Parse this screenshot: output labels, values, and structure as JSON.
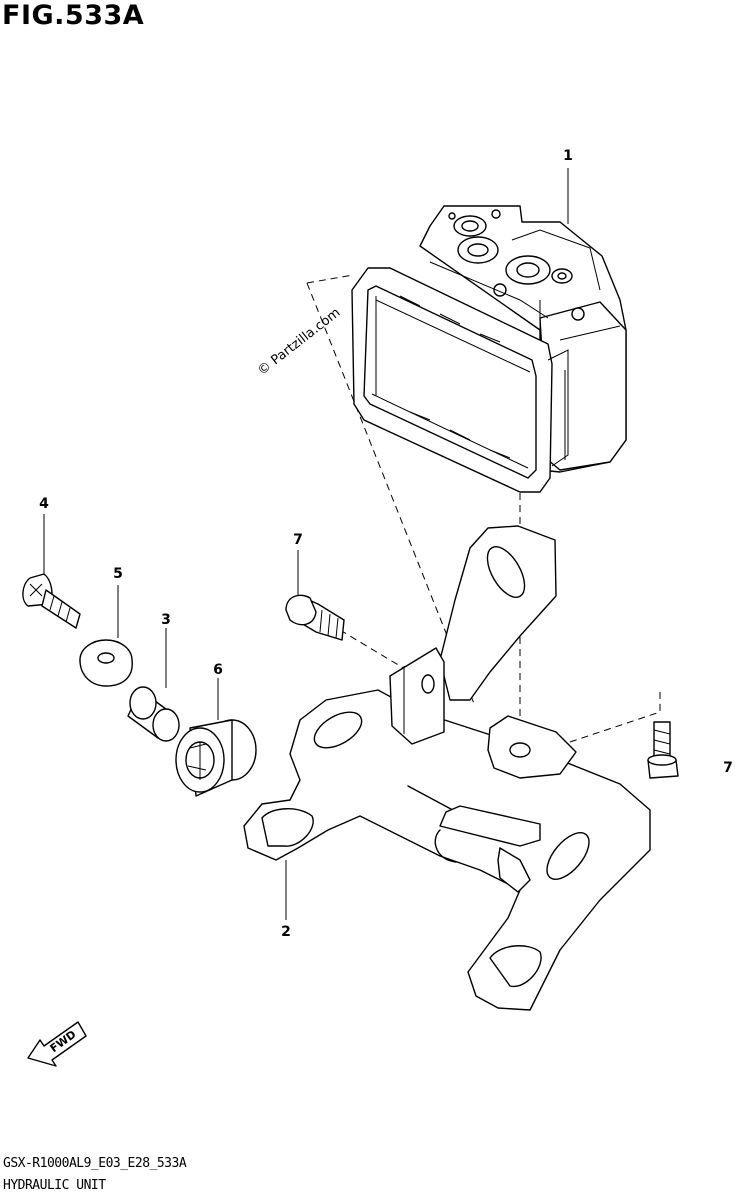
{
  "figure": {
    "title": "FIG.533A",
    "watermark": "© Partzilla.com",
    "footer_code": "GSX-R1000AL9_E03_E28_533A",
    "footer_name": "HYDRAULIC UNIT",
    "fwd_label": "FWD"
  },
  "callouts": [
    {
      "id": "1",
      "label": "1"
    },
    {
      "id": "2",
      "label": "2"
    },
    {
      "id": "3",
      "label": "3"
    },
    {
      "id": "4",
      "label": "4"
    },
    {
      "id": "5",
      "label": "5"
    },
    {
      "id": "6",
      "label": "6"
    },
    {
      "id": "7a",
      "label": "7"
    },
    {
      "id": "7b",
      "label": "7"
    }
  ],
  "colors": {
    "ink": "#000000",
    "paper": "#ffffff"
  }
}
